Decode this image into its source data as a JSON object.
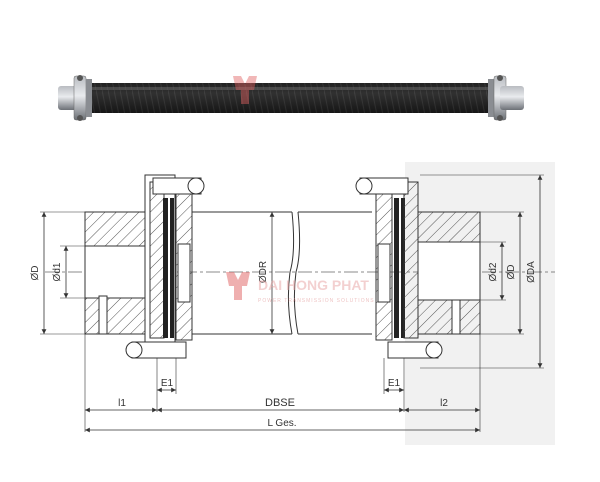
{
  "watermark": {
    "brand": "DAI HONG PHAT",
    "tagline": "POWER TRANSMISSION SOLUTIONS",
    "color": "#e06060"
  },
  "labels": {
    "phi_D_left": "ØD",
    "phi_d1": "Ød1",
    "phi_DR": "ØDR",
    "phi_d2": "Ød2",
    "phi_D_right": "ØD",
    "phi_DA": "ØDA",
    "e1_left": "E1",
    "e1_right": "E1",
    "l1": "l1",
    "dbse": "DBSE",
    "l2": "l2",
    "lges": "L Ges."
  }
}
